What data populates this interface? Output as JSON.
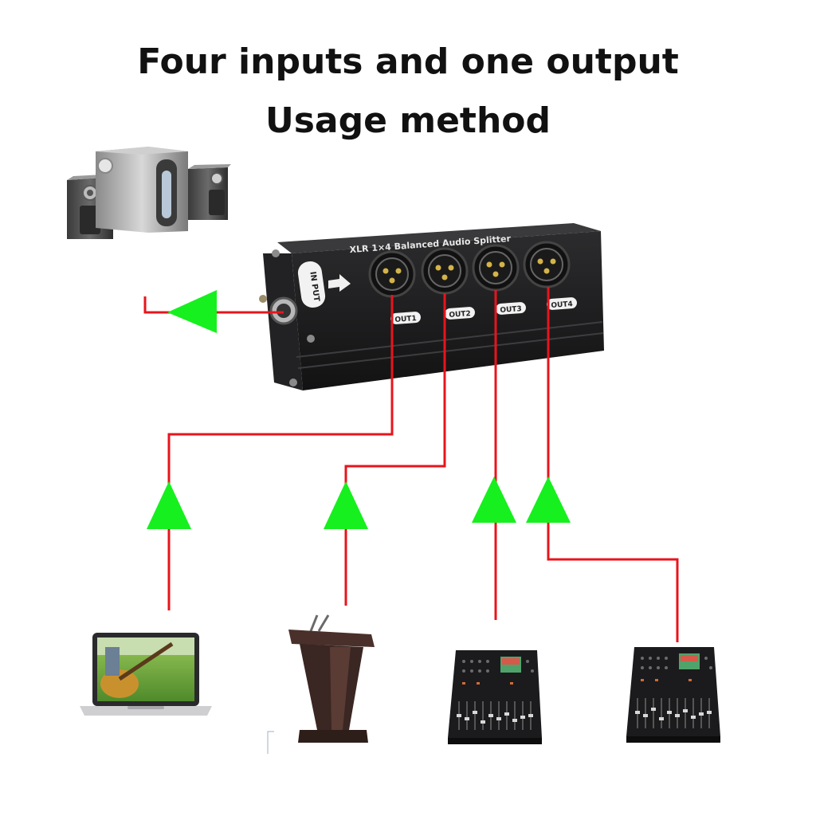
{
  "title": {
    "line1": "Four inputs and one output",
    "line2": "Usage method"
  },
  "splitter": {
    "label": "XLR 1×4 Balanced Audio Splitter",
    "input_label": "IN PUT",
    "outputs": [
      "OUT1",
      "OUT2",
      "OUT3",
      "OUT4"
    ]
  },
  "devices": [
    {
      "name": "speaker-system-icon"
    },
    {
      "name": "laptop-icon"
    },
    {
      "name": "lectern-microphone-icon"
    },
    {
      "name": "mixing-console-icon"
    },
    {
      "name": "mixing-console-icon"
    }
  ],
  "colors": {
    "line": "#e8141c",
    "arrow": "#16f01e",
    "splitter_body": "#1c1c1e"
  }
}
